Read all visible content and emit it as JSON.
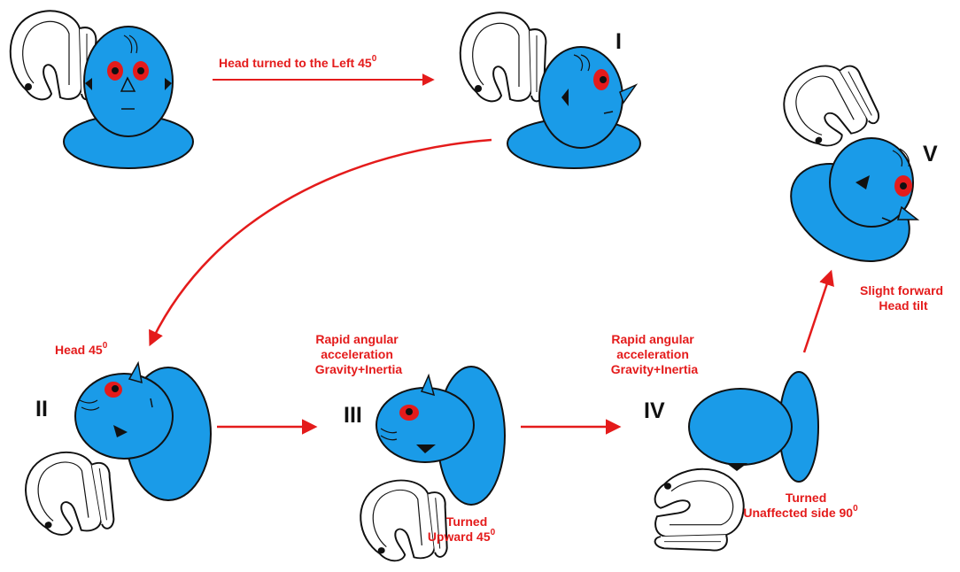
{
  "colors": {
    "head": "#1a9be8",
    "outline": "#111111",
    "arrow": "#e41b1b",
    "eye": "#e41b1b",
    "canal_fill": "#ffffff"
  },
  "labels": {
    "top_arrow": {
      "text": "Head turned to the Left 45",
      "sup": "0"
    },
    "head_45": {
      "text": "Head 45",
      "sup": "0"
    },
    "rapid_1": [
      "Rapid angular",
      "acceleration",
      "Gravity+Inertia"
    ],
    "rapid_2": [
      "Rapid angular",
      "acceleration",
      "Gravity+Inertia"
    ],
    "turned_upward": {
      "line1": "Turned",
      "line2": "Upward 45",
      "sup": "0"
    },
    "turned_unaffected": {
      "line1": "Turned",
      "line2": "Unaffected side 90",
      "sup": "0"
    },
    "slight_forward": [
      "Slight forward",
      "Head tilt"
    ]
  },
  "steps": [
    "I",
    "II",
    "III",
    "IV",
    "V"
  ],
  "icons": [
    "head-icon",
    "semicircular-canal-icon",
    "eye-icon",
    "nose-icon",
    "ear-icon",
    "arrow-right-icon",
    "curved-arrow-icon"
  ]
}
